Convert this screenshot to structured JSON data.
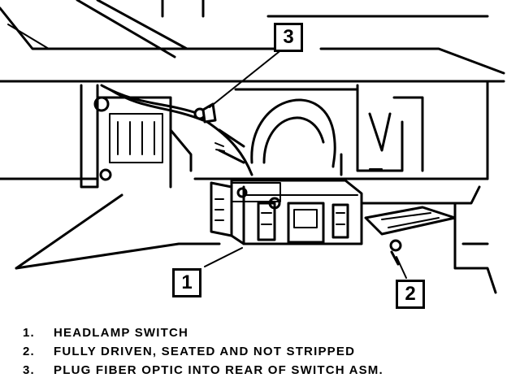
{
  "callouts": [
    {
      "number": "1"
    },
    {
      "number": "2"
    },
    {
      "number": "3"
    }
  ],
  "legend": [
    {
      "number": "1.",
      "text": "HEADLAMP SWITCH"
    },
    {
      "number": "2.",
      "text": "FULLY DRIVEN, SEATED AND NOT STRIPPED"
    },
    {
      "number": "3.",
      "text": "PLUG FIBER OPTIC INTO REAR OF SWITCH ASM."
    }
  ]
}
